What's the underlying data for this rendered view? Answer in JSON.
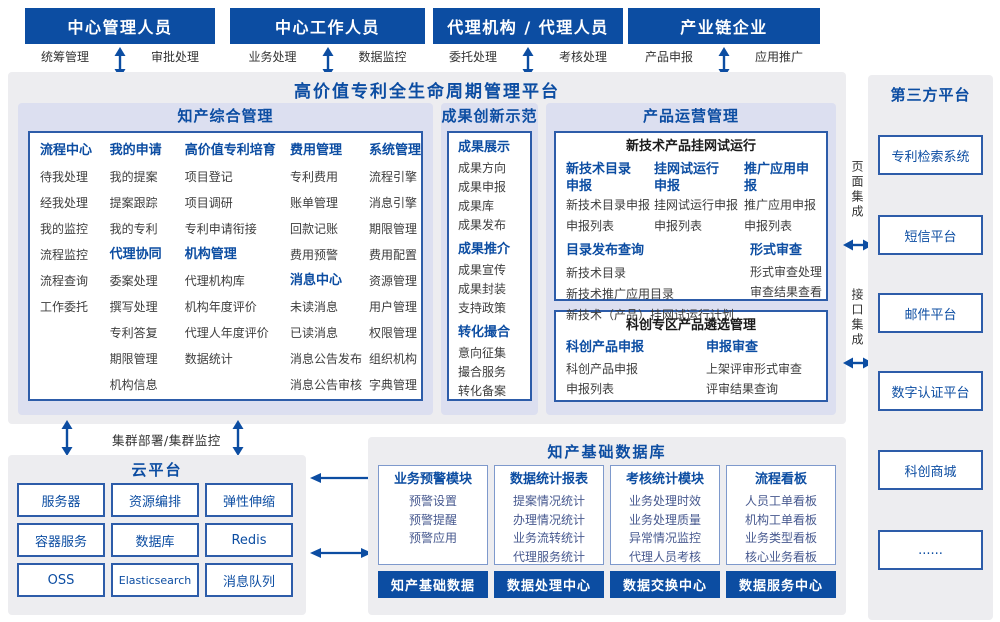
{
  "colors": {
    "primary_blue": "#0c4da2",
    "panel_lavender": "#dcdff0",
    "container_gray": "#ededf0",
    "box_border_blue": "#2d5ca9",
    "item_gray": "#3d3d3d",
    "item_blue": "#47598f"
  },
  "top_roles": [
    {
      "title": "中心管理人员",
      "left_label": "统筹管理",
      "right_label": "审批处理"
    },
    {
      "title": "中心工作人员",
      "left_label": "业务处理",
      "right_label": "数据监控"
    },
    {
      "title": "代理机构 / 代理人员",
      "left_label": "委托处理",
      "right_label": "考核处理"
    },
    {
      "title": "产业链企业",
      "left_label": "产品申报",
      "right_label": "应用推广"
    }
  ],
  "platform": {
    "title": "高价值专利全生命周期管理平台",
    "ip_mgmt": {
      "title": "知产综合管理",
      "columns": [
        {
          "groups": [
            {
              "title": "流程中心",
              "items": [
                "待我处理",
                "经我处理",
                "我的监控",
                "流程监控",
                "流程查询",
                "工作委托"
              ]
            }
          ]
        },
        {
          "groups": [
            {
              "title": "我的申请",
              "items": [
                "我的提案",
                "提案跟踪",
                "我的专利"
              ]
            },
            {
              "title": "代理协同",
              "items": [
                "委案处理",
                "撰写处理",
                "专利答复",
                "期限管理",
                "机构信息"
              ]
            }
          ]
        },
        {
          "groups": [
            {
              "title": "高价值专利培育",
              "items": [
                "项目登记",
                "项目调研",
                "专利申请衔接"
              ]
            },
            {
              "title": "机构管理",
              "items": [
                "代理机构库",
                "机构年度评价",
                "代理人年度评价",
                "数据统计"
              ]
            }
          ]
        },
        {
          "groups": [
            {
              "title": "费用管理",
              "items": [
                "专利费用",
                "账单管理",
                "回款记账",
                "费用预警"
              ]
            },
            {
              "title": "消息中心",
              "items": [
                "未读消息",
                "已读消息",
                "消息公告发布",
                "消息公告审核"
              ]
            }
          ]
        },
        {
          "groups": [
            {
              "title": "系统管理",
              "items": [
                "流程引擎",
                "消息引擎",
                "期限管理",
                "费用配置",
                "资源管理",
                "用户管理",
                "权限管理",
                "组织机构",
                "字典管理"
              ]
            }
          ]
        }
      ]
    },
    "achievements": {
      "title": "成果创新示范",
      "groups": [
        {
          "title": "成果展示",
          "items": [
            "成果方向",
            "成果申报",
            "成果库",
            "成果发布"
          ]
        },
        {
          "title": "成果推介",
          "items": [
            "成果宣传",
            "成果封装",
            "支持政策"
          ]
        },
        {
          "title": "转化撮合",
          "items": [
            "意向征集",
            "撮合服务",
            "转化备案"
          ]
        }
      ]
    },
    "product_ops": {
      "title": "产品运营管理",
      "trial_box": {
        "title": "新技术产品挂网试运行",
        "columns": [
          {
            "title": "新技术目录申报",
            "items": [
              "新技术目录申报",
              "申报列表"
            ]
          },
          {
            "title": "挂网试运行申报",
            "items": [
              "挂网试运行申报",
              "申报列表"
            ]
          },
          {
            "title": "推广应用申报",
            "items": [
              "推广应用申报",
              "申报列表"
            ]
          }
        ],
        "catalog_query": {
          "title": "目录发布查询",
          "items": [
            "新技术目录",
            "新技术推广应用目录",
            "新技术（产品）挂网试运行计划"
          ]
        },
        "formal_review": {
          "title": "形式审查",
          "items": [
            "形式审查处理",
            "审查结果查看"
          ]
        }
      },
      "selection_box": {
        "title": "科创专区产品遴选管理",
        "columns": [
          {
            "title": "科创产品申报",
            "items": [
              "科创产品申报",
              "申报列表"
            ]
          },
          {
            "title": "申报审查",
            "items": [
              "上架评审形式审查",
              "评审结果查询"
            ]
          }
        ]
      }
    }
  },
  "integration": {
    "page_label": "页面集成",
    "api_label": "接口集成"
  },
  "third_party": {
    "title": "第三方平台",
    "items": [
      "专利检索系统",
      "短信平台",
      "邮件平台",
      "数字认证平台",
      "科创商城",
      "......"
    ]
  },
  "cluster_label": "集群部署/集群监控",
  "cloud": {
    "title": "云平台",
    "items": [
      "服务器",
      "资源编排",
      "弹性伸缩",
      "容器服务",
      "数据库",
      "Redis",
      "OSS",
      "Elasticsearch",
      "消息队列"
    ]
  },
  "database": {
    "title": "知产基础数据库",
    "modules": [
      {
        "title": "业务预警模块",
        "items": [
          "预警设置",
          "预警提醒",
          "预警应用"
        ]
      },
      {
        "title": "数据统计报表",
        "items": [
          "提案情况统计",
          "办理情况统计",
          "业务流转统计",
          "代理服务统计"
        ]
      },
      {
        "title": "考核统计模块",
        "items": [
          "业务处理时效",
          "业务处理质量",
          "异常情况监控",
          "代理人员考核"
        ]
      },
      {
        "title": "流程看板",
        "items": [
          "人员工单看板",
          "机构工单看板",
          "业务类型看板",
          "核心业务看板"
        ]
      }
    ],
    "bars": [
      "知产基础数据",
      "数据处理中心",
      "数据交换中心",
      "数据服务中心"
    ]
  }
}
